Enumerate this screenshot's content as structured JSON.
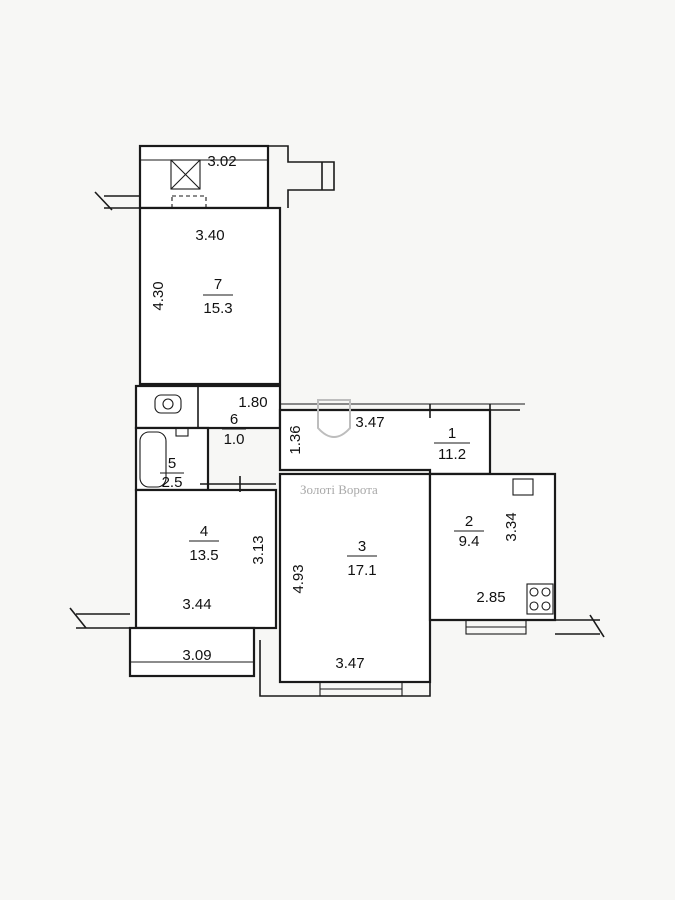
{
  "watermark": {
    "text": "Золоті Ворота"
  },
  "rooms": [
    {
      "id": "1",
      "number": "1",
      "area": "11.2"
    },
    {
      "id": "2",
      "number": "2",
      "area": "9.4"
    },
    {
      "id": "3",
      "number": "3",
      "area": "17.1"
    },
    {
      "id": "4",
      "number": "4",
      "area": "13.5"
    },
    {
      "id": "5",
      "number": "5",
      "area": "2.5"
    },
    {
      "id": "6",
      "number": "6",
      "area": "1.0"
    },
    {
      "id": "7",
      "number": "7",
      "area": "15.3"
    }
  ],
  "dimensions": {
    "balcony_top_width": "3.02",
    "room7_width": "3.40",
    "room7_height": "4.30",
    "room6_width": "1.80",
    "corridor_length": "3.47",
    "corridor_height": "1.36",
    "room4_height": "3.13",
    "room4_width": "3.44",
    "balcony_bottom_width": "3.09",
    "room3_height": "4.93",
    "room3_width": "3.47",
    "room2_height": "3.34",
    "room2_width": "2.85"
  }
}
